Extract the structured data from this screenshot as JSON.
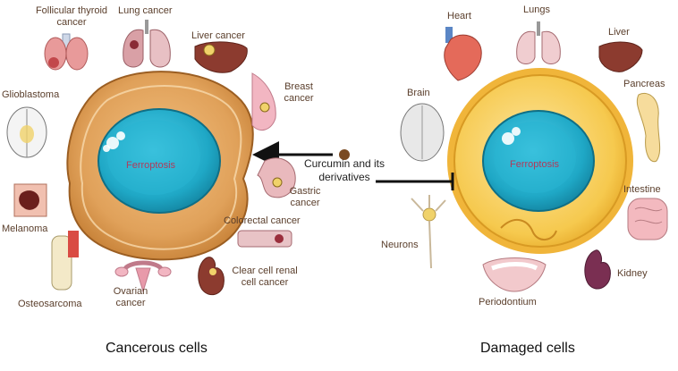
{
  "cancer": {
    "follicular_thyroid": "Follicular thyroid\ncancer",
    "lung": "Lung cancer",
    "liver": "Liver cancer",
    "breast": "Breast\ncancer",
    "glioblastoma": "Glioblastoma",
    "gastric": "Gastric\ncancer",
    "melanoma": "Melanoma",
    "colorectal": "Colorectal cancer",
    "clear_cell_renal": "Clear cell renal\ncell cancer",
    "osteosarcoma": "Osteosarcoma",
    "ovarian": "Ovarian\ncancer",
    "cell_label": "Ferroptosis"
  },
  "damaged": {
    "heart": "Heart",
    "lungs": "Lungs",
    "liver": "Liver",
    "brain": "Brain",
    "pancreas": "Pancreas",
    "intestine": "Intestine",
    "neurons": "Neurons",
    "kidney": "Kidney",
    "periodontium": "Periodontium",
    "cell_label": "Ferroptosis"
  },
  "center": {
    "compound": "Curcumin and its\nderivatives"
  },
  "captions": {
    "left": "Cancerous cells",
    "right": "Damaged cells"
  },
  "colors": {
    "cancer_cell": "#e0a15a",
    "damaged_cell": "#f6c94e",
    "nucleus": "#1fa8c6",
    "curcumin_dot": "#7a4a22",
    "label_text": "#5a3e2b"
  }
}
